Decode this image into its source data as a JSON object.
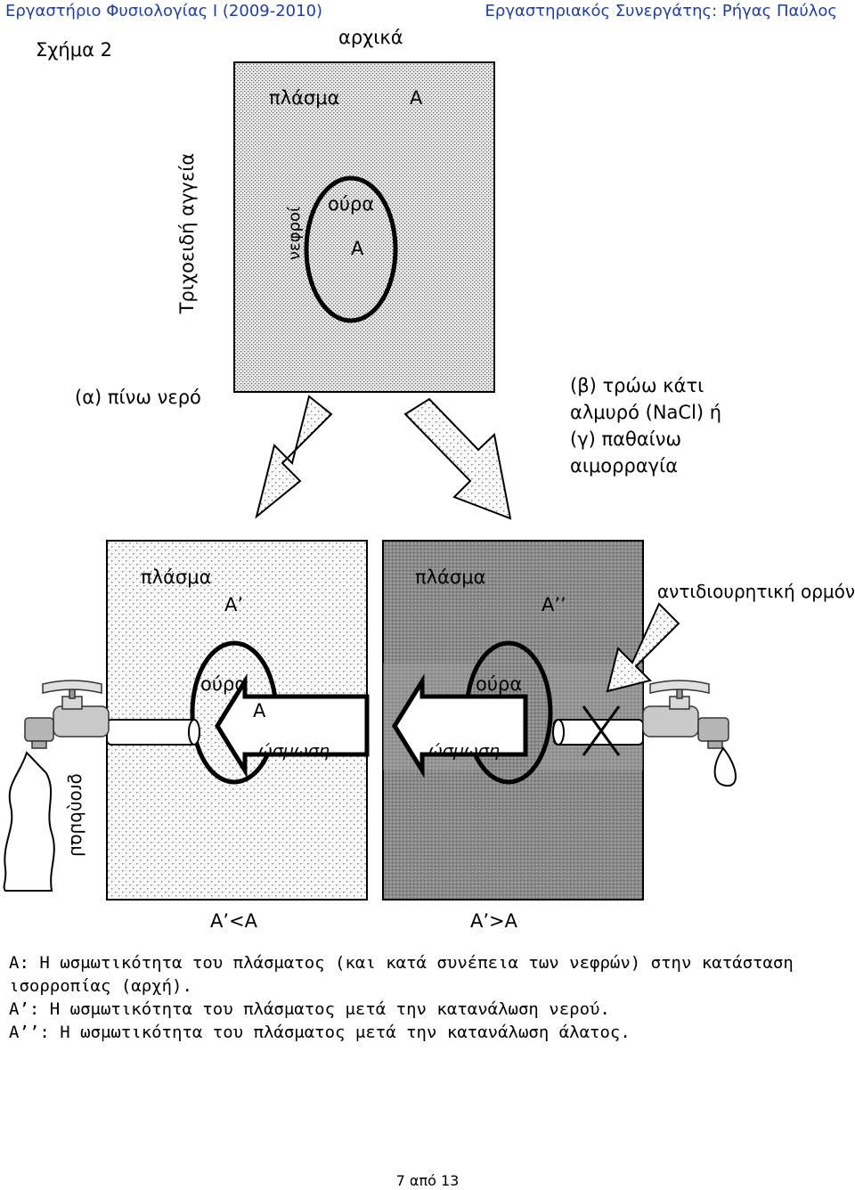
{
  "header": {
    "left": "Εργαστήριο Φυσιολογίας Ι (2009-2010)",
    "right": "Εργαστηριακός Συνεργάτης: Ρήγας Παύλος"
  },
  "figure": {
    "figure_label": "Σχήμα 2",
    "initial_title": "αρχικά",
    "top_box": {
      "plasma": "πλάσμα",
      "plasma_value": "A",
      "capillaries": "Τριχοειδή αγγεία",
      "kidneys": "νεφροί",
      "urine": "ούρα",
      "urine_value": "A"
    },
    "case_a": "(α) πίνω νερό",
    "case_b_lines": [
      "(β) τρώω κάτι",
      "αλμυρό (NaCl) ή",
      "(γ) παθαίνω",
      "αιμορραγία"
    ],
    "left_box": {
      "plasma": "πλάσμα",
      "plasma_value": "A’",
      "urine": "ούρα",
      "urine_value": "A",
      "osmosis": "ώσμωση",
      "comparison": "A’<A"
    },
    "right_box": {
      "plasma": "πλάσμα",
      "plasma_value": "A’’",
      "urine": "ούρα",
      "osmosis": "ώσμωση",
      "comparison": "A’>A"
    },
    "hormone": "αντιδιουρητική ορμόνη",
    "diuresis": "διούρηση"
  },
  "legend": [
    "A: Η ωσμωτικότητα του πλάσματος (και κατά συνέπεια των νεφρών) στην κατάσταση ισορροπίας (αρχή).",
    "A’: Η ωσμωτικότητα του πλάσματος μετά την κατανάλωση νερού.",
    "A’’: Η ωσμωτικότητα του πλάσματος μετά την κατανάλωση άλατος."
  ],
  "footer": "7 από 13"
}
